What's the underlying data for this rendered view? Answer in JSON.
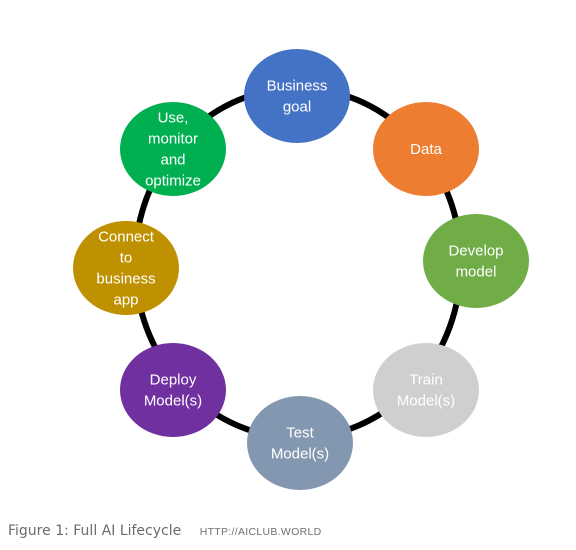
{
  "diagram": {
    "nodes": [
      {
        "id": "business-goal",
        "lines": [
          "Business",
          "goal"
        ],
        "color": "#4472C4",
        "text_color": "#ffffff"
      },
      {
        "id": "data",
        "lines": [
          "Data"
        ],
        "color": "#ED7D31",
        "text_color": "#ffffff"
      },
      {
        "id": "develop-model",
        "lines": [
          "Develop",
          "model"
        ],
        "color": "#70AD47",
        "text_color": "#ffffff"
      },
      {
        "id": "train-models",
        "lines": [
          "Train",
          "Model(s)"
        ],
        "color": "#CFCFCF",
        "text_color": "#ffffff"
      },
      {
        "id": "test-models",
        "lines": [
          "Test",
          "Model(s)"
        ],
        "color": "#8497B0",
        "text_color": "#ffffff"
      },
      {
        "id": "deploy-models",
        "lines": [
          "Deploy",
          "Model(s)"
        ],
        "color": "#7030A0",
        "text_color": "#ffffff"
      },
      {
        "id": "connect-business-app",
        "lines": [
          "Connect",
          "to",
          "business",
          "app"
        ],
        "color": "#BF9000",
        "text_color": "#ffffff"
      },
      {
        "id": "use-monitor-optimize",
        "lines": [
          "Use,",
          "monitor",
          "and",
          "optimize"
        ],
        "color": "#00B050",
        "text_color": "#ffffff"
      }
    ],
    "ring_color": "#000000"
  },
  "caption": {
    "text": "Figure 1: Full AI Lifecycle",
    "url": "HTTP://AICLUB.WORLD"
  }
}
